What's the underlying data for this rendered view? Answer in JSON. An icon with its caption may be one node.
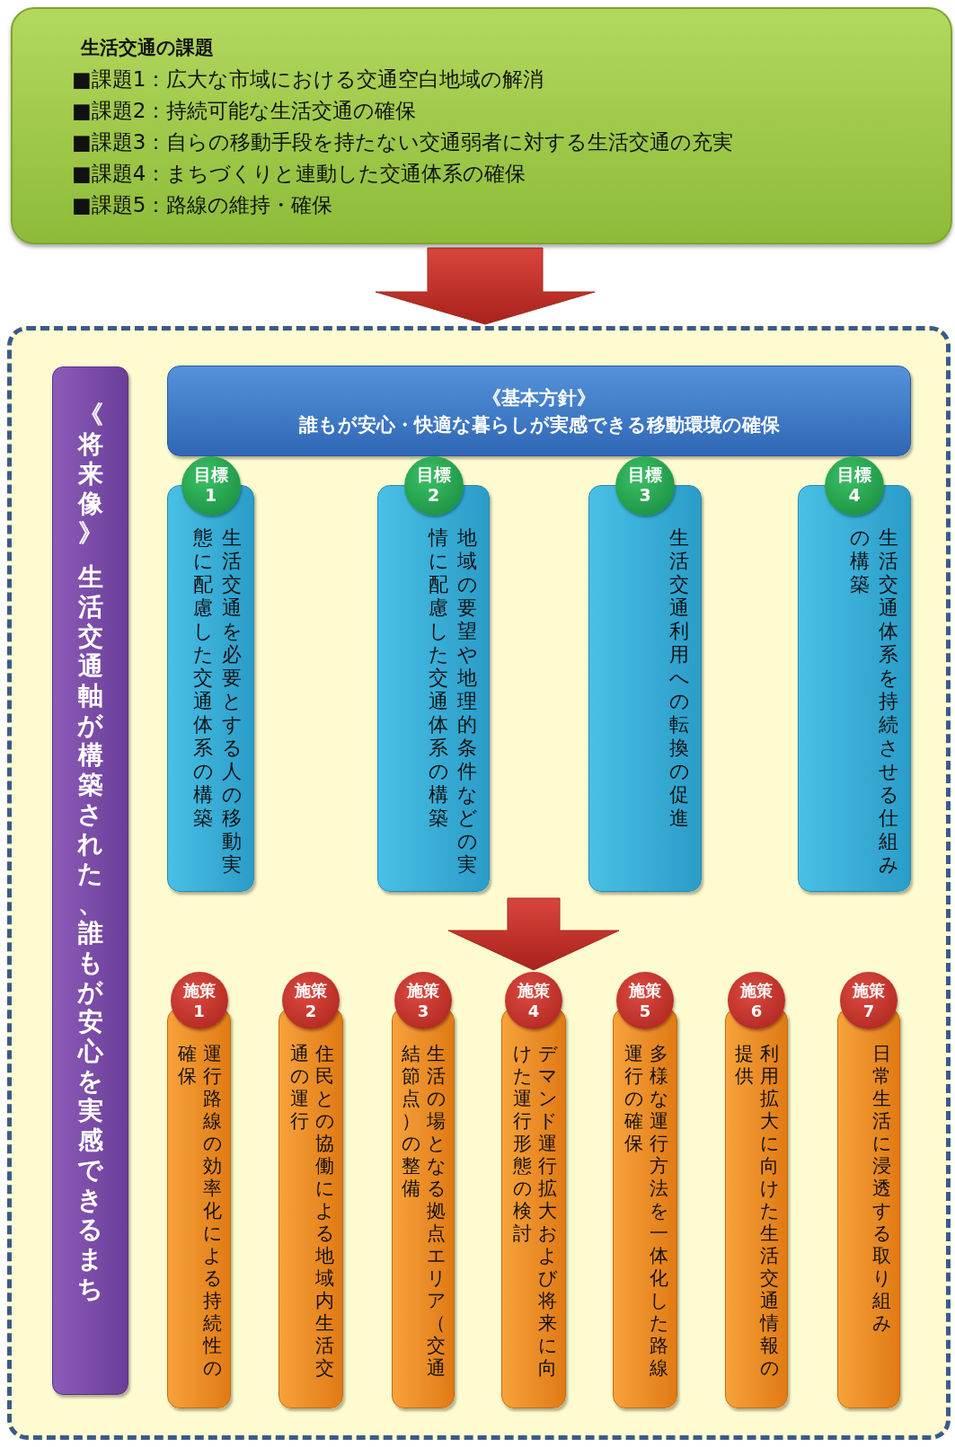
{
  "diagram": {
    "nodes": [
      {
        "text": [
          "生活交通の課題",
          "■課題1：広大な市域における交通空白地域の解消",
          "■課題2：持続可能な生活交通の確保",
          "■課題3：自らの移動手段を持たない交通弱者に対する生活交通の充実",
          "■課題4：まちづくりと連動した交通体系の確保",
          "■課題5：路線の維持・確保"
        ]
      },
      {
        "text": [],
        "shape": "box"
      },
      {
        "text": [
          "《将来像》",
          "生活交通軸が構築された、誰もが安心を実感できるまち"
        ],
        "in": 1
      },
      {
        "text": [
          "《基本方針》",
          "誰もが安心・快適な暮らしが実感できる移動環境の確保"
        ],
        "in": 1
      },
      {
        "text": [
          "目標1",
          "生活交通を必要とする人の移動実態に配慮した交通体系の構築"
        ],
        "in": 1
      },
      {
        "text": [
          "目標2",
          "地域の要望や地理的条件などの実情に配慮した交通体系の構築"
        ],
        "in": 1
      },
      {
        "text": [
          "目標3",
          "生活交通利用への転換の促進"
        ],
        "in": 1
      },
      {
        "text": [
          "目標4",
          "生活交通体系を持続させる仕組みの構築"
        ],
        "in": 1
      },
      {
        "text": [
          "施策1",
          "運行路線の効率化による持続性の確保"
        ],
        "in": 1
      },
      {
        "text": [
          "施策2",
          "住民との協働による地域内生活交通の運行"
        ],
        "in": 1
      },
      {
        "text": [
          "施策3",
          "生活の場となる拠点エリア（交通結節点）の整備"
        ],
        "in": 1
      },
      {
        "text": [
          "施策4",
          "デマンド運行拡大および将来に向けた運行形態の検討"
        ],
        "in": 1
      },
      {
        "text": [
          "施策5",
          "多様な運行方法を一体化した路線運行の確保"
        ],
        "in": 1
      },
      {
        "text": [
          "施策6",
          "利用拡大に向けた生活交通情報の提供"
        ],
        "in": 1
      },
      {
        "text": [
          "施策7",
          "日常生活に浸透する取り組み"
        ],
        "in": 1
      }
    ],
    "edges": [
      {
        "from": 0,
        "to": 1,
        "arrow": "to"
      },
      {
        "from": null,
        "to": 11,
        "arrow": "to"
      }
    ]
  }
}
